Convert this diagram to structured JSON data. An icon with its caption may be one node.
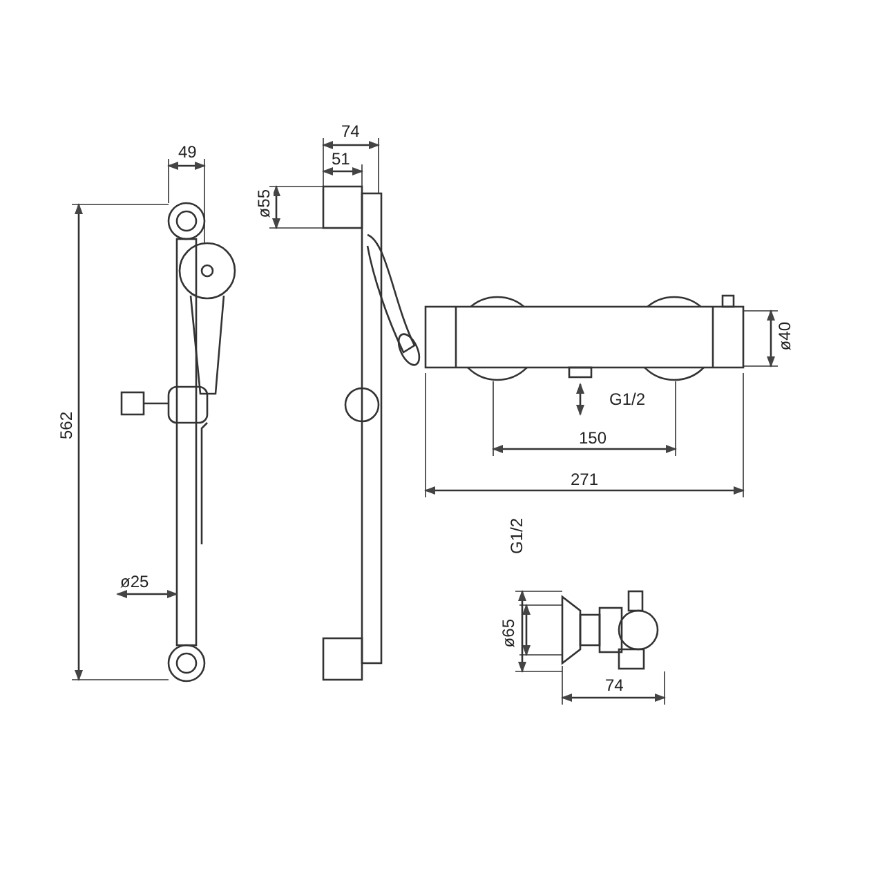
{
  "diagram": {
    "labels": [
      "74",
      "51",
      "49",
      "ø55",
      "562",
      "ø40",
      "G1/2",
      "150",
      "271",
      "G1/2",
      "ø25",
      "ø65",
      "74"
    ]
  }
}
